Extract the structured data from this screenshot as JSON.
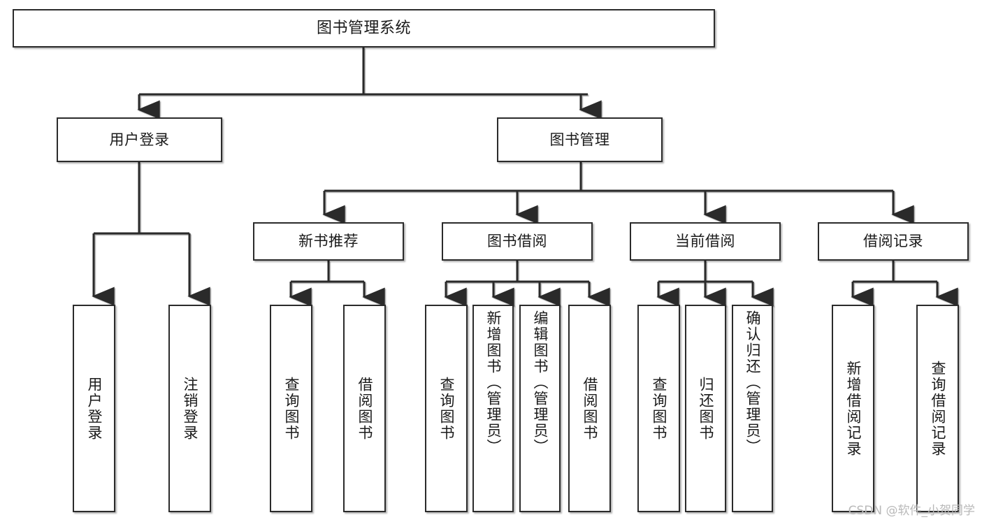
{
  "diagram": {
    "title": "图书管理系统",
    "type": "tree",
    "root": {
      "id": "root",
      "label": "图书管理系统"
    },
    "level2": [
      {
        "id": "user-login",
        "label": "用户登录"
      },
      {
        "id": "book-manage",
        "label": "图书管理"
      }
    ],
    "level3": [
      {
        "id": "new-book-rec",
        "label": "新书推荐",
        "parent": "book-manage"
      },
      {
        "id": "book-borrow",
        "label": "图书借阅",
        "parent": "book-manage"
      },
      {
        "id": "current-borrow",
        "label": "当前借阅",
        "parent": "book-manage"
      },
      {
        "id": "borrow-record",
        "label": "借阅记录",
        "parent": "book-manage"
      }
    ],
    "leaves": [
      {
        "id": "leaf-user-login",
        "label": "用户登录",
        "parent": "user-login"
      },
      {
        "id": "leaf-user-logout",
        "label": "注销登录",
        "parent": "user-login"
      },
      {
        "id": "leaf-rec-query",
        "label": "查询图书",
        "parent": "new-book-rec"
      },
      {
        "id": "leaf-rec-borrow",
        "label": "借阅图书",
        "parent": "new-book-rec"
      },
      {
        "id": "leaf-borrow-query",
        "label": "查询图书",
        "parent": "book-borrow"
      },
      {
        "id": "leaf-borrow-add",
        "label": "新增图书（管理员）",
        "parent": "book-borrow"
      },
      {
        "id": "leaf-borrow-edit",
        "label": "编辑图书（管理员）",
        "parent": "book-borrow"
      },
      {
        "id": "leaf-borrow-lend",
        "label": "借阅图书",
        "parent": "book-borrow"
      },
      {
        "id": "leaf-cur-query",
        "label": "查询图书",
        "parent": "current-borrow"
      },
      {
        "id": "leaf-cur-return",
        "label": "归还图书",
        "parent": "current-borrow"
      },
      {
        "id": "leaf-cur-confirm",
        "label": "确认归还（管理员）",
        "parent": "current-borrow"
      },
      {
        "id": "leaf-rec-add",
        "label": "新增借阅记录",
        "parent": "borrow-record"
      },
      {
        "id": "leaf-rec-search",
        "label": "查询借阅记录",
        "parent": "borrow-record"
      }
    ]
  },
  "watermark": {
    "text": "CSDN @软件_小贺同学"
  },
  "colors": {
    "stroke": "#2b2b2b",
    "fill": "#ffffff",
    "text": "#1a1a1a",
    "watermark": "#b9b9b9"
  }
}
